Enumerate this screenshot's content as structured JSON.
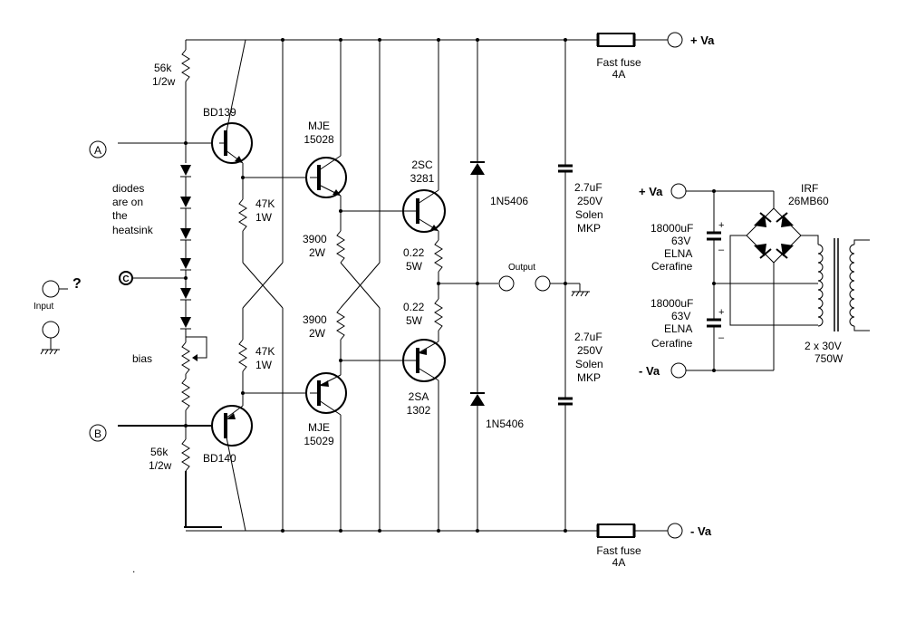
{
  "rails": {
    "pos": "+ Va",
    "neg": "- Va"
  },
  "fuse_top": {
    "line1": "Fast fuse",
    "line2": "4A"
  },
  "fuse_bot": {
    "line1": "Fast fuse",
    "line2": "4A"
  },
  "left": {
    "r_top": {
      "l1": "56k",
      "l2": "1/2w"
    },
    "r_bot": {
      "l1": "56k",
      "l2": "1/2w"
    },
    "node_a": "A",
    "node_b": "B",
    "node_c": "C",
    "diode_note": [
      "diodes",
      "are on",
      "the",
      "heatsink"
    ],
    "bias": "bias",
    "input": "Input",
    "question": "?"
  },
  "drivers": {
    "q_top": "BD139",
    "q_bot": "BD140"
  },
  "resistors_47k": {
    "top": {
      "l1": "47K",
      "l2": "1W"
    },
    "bot": {
      "l1": "47K",
      "l2": "1W"
    }
  },
  "predrivers": {
    "q_top": {
      "l1": "MJE",
      "l2": "15028"
    },
    "q_bot": {
      "l1": "MJE",
      "l2": "15029"
    }
  },
  "r3900": {
    "top": {
      "l1": "3900",
      "l2": "2W"
    },
    "bot": {
      "l1": "3900",
      "l2": "2W"
    }
  },
  "outputs": {
    "q_top": {
      "l1": "2SC",
      "l2": "3281"
    },
    "q_bot": {
      "l1": "2SA",
      "l2": "1302"
    }
  },
  "emitter_r": {
    "top": {
      "l1": "0.22",
      "l2": "5W"
    },
    "bot": {
      "l1": "0.22",
      "l2": "5W"
    }
  },
  "diodes": {
    "top": "1N5406",
    "bot": "1N5406"
  },
  "output_label": "Output",
  "caps_out": {
    "top": [
      "2.7uF",
      "250V",
      "Solen",
      "MKP"
    ],
    "bot": [
      "2.7uF",
      "250V",
      "Solen",
      "MKP"
    ]
  },
  "psu": {
    "pos": "+ Va",
    "neg": "- Va",
    "bridge": {
      "l1": "IRF",
      "l2": "26MB60"
    },
    "cap_top": [
      "18000uF",
      "63V",
      "ELNA",
      "Cerafine"
    ],
    "cap_bot": [
      "18000uF",
      "63V",
      "ELNA",
      "Cerafine"
    ],
    "plus": "+",
    "minus": "–",
    "transformer": {
      "l1": "2 x 30V",
      "l2": "750W"
    }
  },
  "stray_dot": "."
}
